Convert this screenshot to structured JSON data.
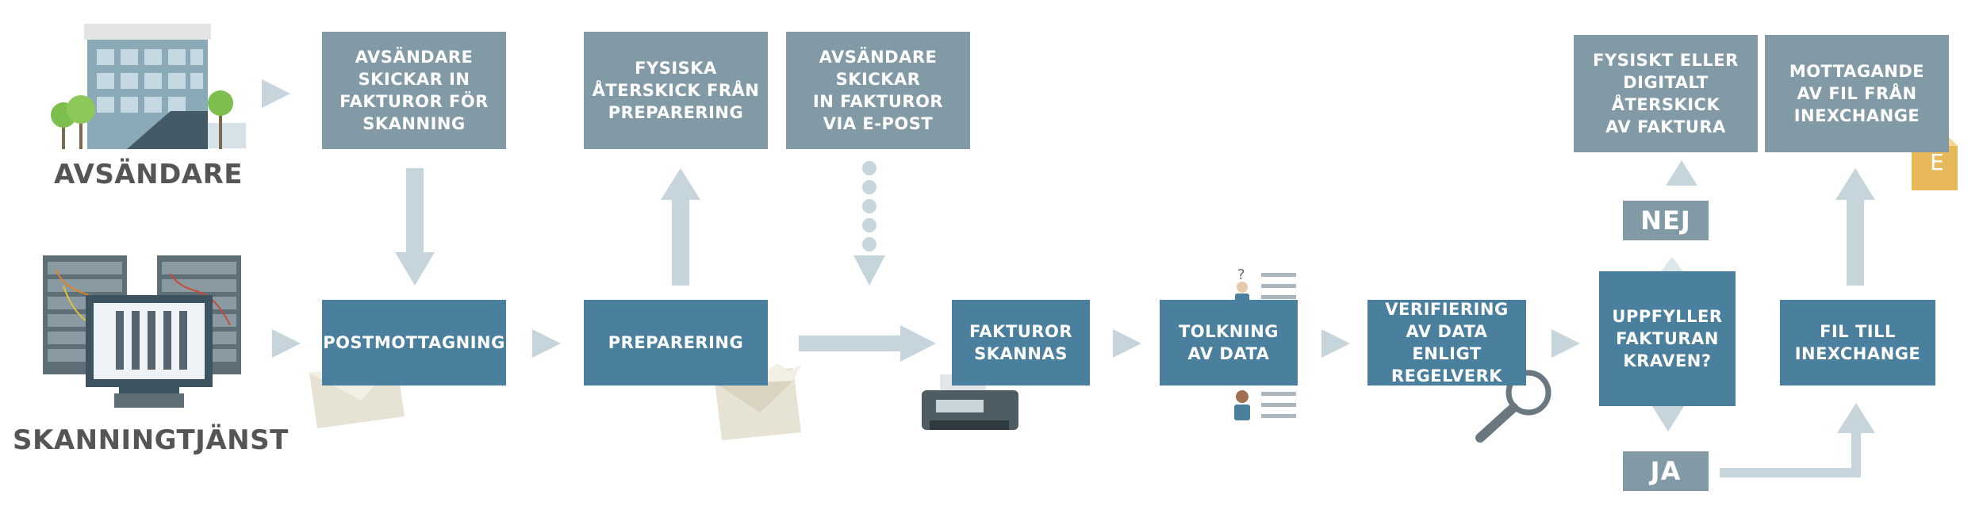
{
  "colors": {
    "box_grey": "#819aa5",
    "box_blue": "#4a7f9d",
    "arrow": "#c6d5dc",
    "label": "#555555",
    "file_icon": "#e8b95b"
  },
  "roles": {
    "sender": "AVSÄNDARE",
    "scanner": "SKANNINGTJÄNST"
  },
  "boxes": {
    "sender_sends": "AVSÄNDARE\nSKICKAR IN\nFAKTUROR FÖR\nSKANNING",
    "physical_return": "FYSISKA\nÅTERSKICK FRÅN\nPREPARERING",
    "sender_email": "AVSÄNDARE\nSKICKAR\nIN FAKTUROR\nVIA E-POST",
    "mail_reception": "POSTMOTTAGNING",
    "preparation": "PREPARERING",
    "scanned": "FAKTUROR\nSKANNAS",
    "interpretation": "TOLKNING\nAV DATA",
    "verification": "VERIFIERING\nAV DATA ENLIGT\nREGELVERK",
    "requirements": "UPPFYLLER\nFAKTURAN\nKRAVEN?",
    "return_invoice": "FYSISKT ELLER\nDIGITALT\nÅTERSKICK\nAV FAKTURA",
    "to_inexchange": "FIL TILL\nINEXCHANGE",
    "received_file": "MOTTAGANDE\nAV FIL FRÅN\nINEXCHANGE"
  },
  "decisions": {
    "no": "NEJ",
    "yes": "JA"
  },
  "icons": {
    "file_letter": "E",
    "list": [
      "building-icon",
      "tree-icon",
      "server-rack-icon",
      "monitor-barcode-icon",
      "envelope-icon",
      "torn-envelope-icon",
      "printer-icon",
      "person-question-icon",
      "person-icon",
      "magnifier-icon",
      "file-icon",
      "email-dots-icon"
    ]
  }
}
